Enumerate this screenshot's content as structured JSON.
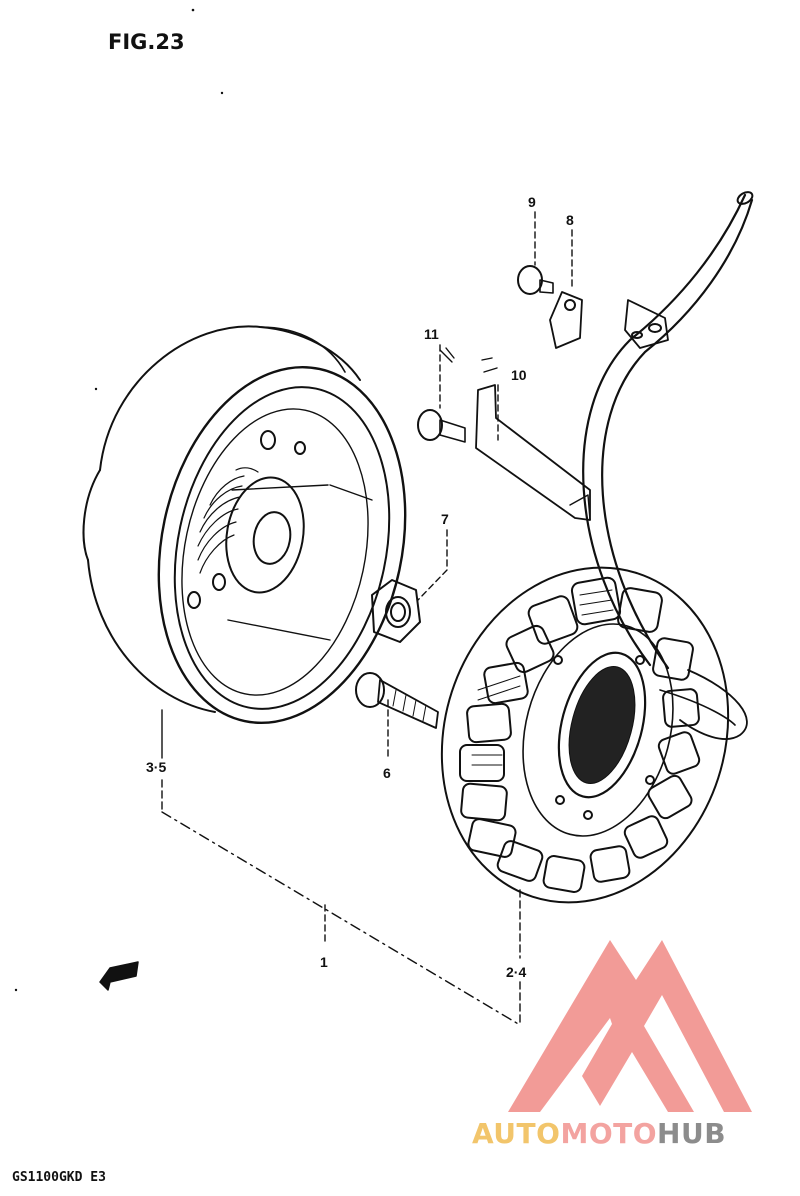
{
  "figure": {
    "title": "FIG.23",
    "model_code": "GS1100GKD E3"
  },
  "callouts": {
    "c1": "1",
    "c2_4": "2·4",
    "c3_5": "3·5",
    "c6": "6",
    "c7": "7",
    "c8": "8",
    "c9": "9",
    "c10": "10",
    "c11": "11"
  },
  "watermark": {
    "part_a": "AUTO",
    "part_b": "MOTO",
    "part_c": "HUB",
    "colors": {
      "auto": "#f2c56b",
      "moto": "#f3a3a0",
      "hub": "#8c8c8c",
      "mark": "#f08a85"
    }
  },
  "icons": {
    "direction_marker": "front-arrow-icon"
  }
}
